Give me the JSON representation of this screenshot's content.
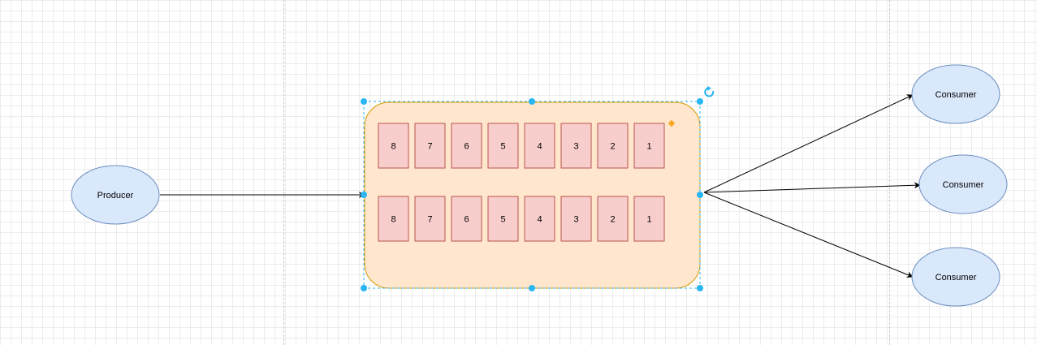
{
  "diagram": {
    "producer": {
      "label": "Producer"
    },
    "queues": [
      {
        "cells": [
          "8",
          "7",
          "6",
          "5",
          "4",
          "3",
          "2",
          "1"
        ]
      },
      {
        "cells": [
          "8",
          "7",
          "6",
          "5",
          "4",
          "3",
          "2",
          "1"
        ]
      }
    ],
    "consumers": [
      {
        "label": "Consumer"
      },
      {
        "label": "Consumer"
      },
      {
        "label": "Consumer"
      }
    ],
    "colors": {
      "ellipse_fill": "#dae8fc",
      "ellipse_stroke": "#6c8ebf",
      "container_fill": "#ffe6cc",
      "container_stroke": "#d79b00",
      "cell_fill": "#f8cecc",
      "cell_stroke": "#b85450",
      "selection": "#29b6f2",
      "edge": "#000000"
    }
  }
}
